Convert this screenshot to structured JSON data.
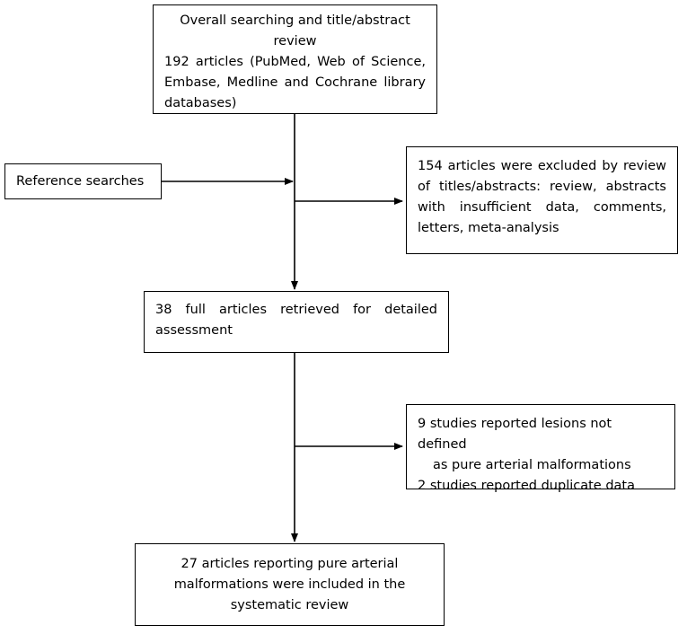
{
  "diagram": {
    "box_search": {
      "first_line": "Overall searching and title/abstract review",
      "body": "192 articles (PubMed, Web of Science, Embase, Medline and Cochrane library databases)"
    },
    "box_reference": {
      "text": "Reference  searches"
    },
    "box_excluded_1": {
      "text": "154 articles were excluded by review of titles/abstracts: review, abstracts with insufficient data, comments, letters, meta-analysis"
    },
    "box_fulltext": {
      "text": "38 full articles retrieved for detailed assessment"
    },
    "box_excluded_2": {
      "line1": "9 studies reported lesions not defined",
      "line2": "as pure arterial malformations",
      "line3": "2 studies reported duplicate data"
    },
    "box_included": {
      "text": "27 articles reporting pure arterial malformations were included in the systematic review"
    }
  }
}
